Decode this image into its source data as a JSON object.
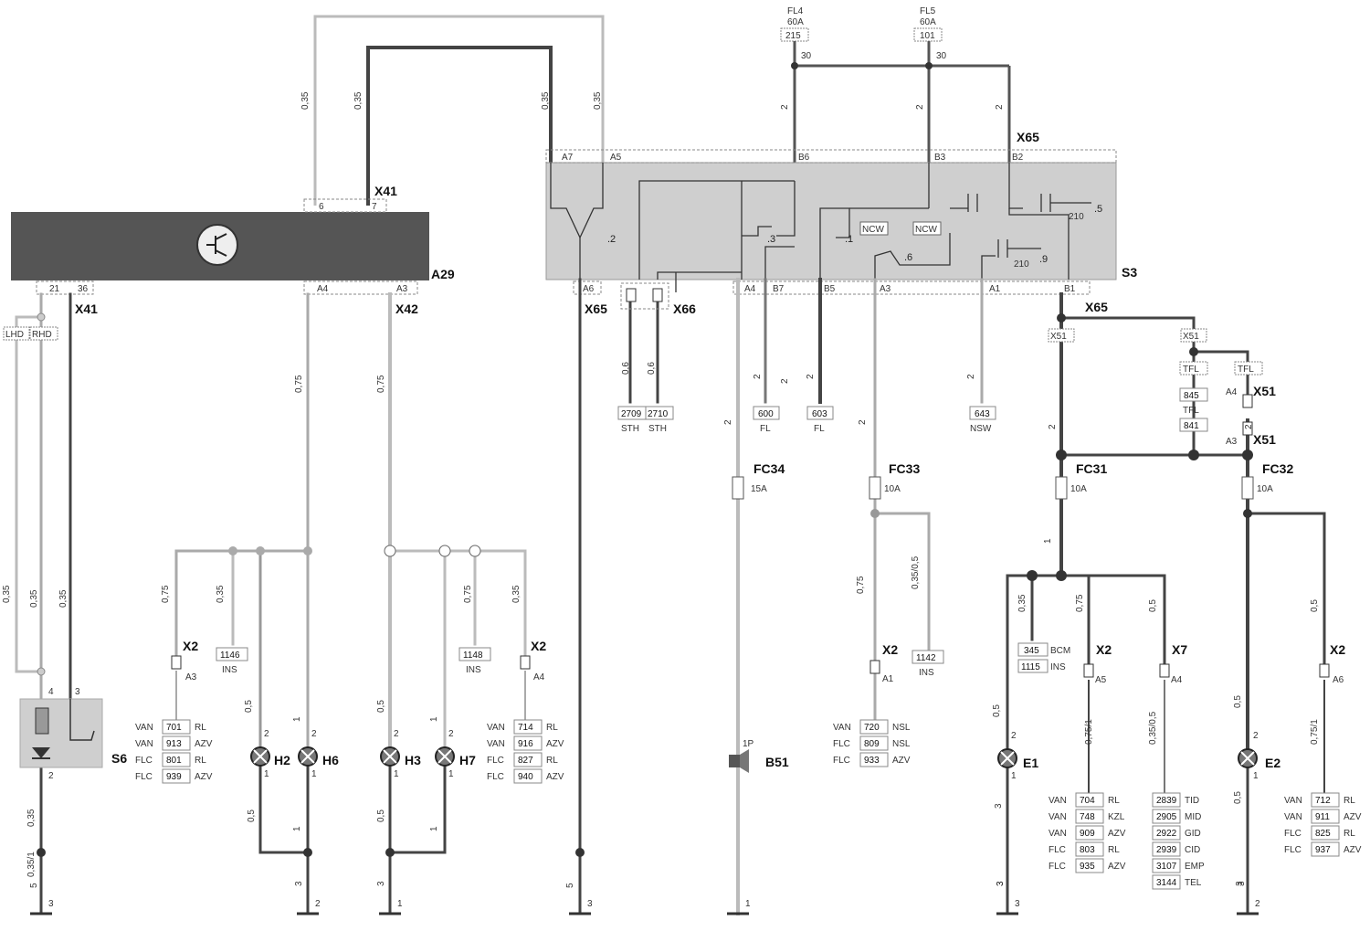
{
  "components": {
    "a29": "A29",
    "s3": "S3",
    "s6": "S6",
    "b51": "B51",
    "h2": "H2",
    "h6": "H6",
    "h3": "H3",
    "h7": "H7",
    "e1": "E1",
    "e2": "E2",
    "fc34": "FC34",
    "fc33": "FC33",
    "fc31": "FC31",
    "fc32": "FC32"
  },
  "fuse_ratings": {
    "fc34": "15A",
    "fc33": "10A",
    "fc31": "10A",
    "fc32": "10A"
  },
  "supply": {
    "fl4": [
      "FL4",
      "60A",
      "215",
      "30"
    ],
    "fl5": [
      "FL5",
      "60A",
      "101",
      "30"
    ]
  },
  "connectors": {
    "x41_top": "X41",
    "x41_left": "X41",
    "x42": "X42",
    "x65_top": "X65",
    "x65_a6": "X65",
    "x66": "X66",
    "x65_b1": "X65",
    "x51_a4": "X51",
    "x51_a3": "X51",
    "x2_a3": "X2",
    "x2_a4": "X2",
    "x2_a1": "X2",
    "x2_a5": "X2",
    "x7_a4": "X7",
    "x2_a6": "X2"
  },
  "pins": {
    "a29_top": [
      "6",
      "7"
    ],
    "a29_bottom": [
      "21",
      "36",
      "A4",
      "A3"
    ],
    "s3_top": [
      "A7",
      "A5",
      "B6",
      "B3",
      "B2"
    ],
    "s3_bottom": [
      "A6",
      "A4",
      "B7",
      "B5",
      "A3",
      "A1",
      "B1"
    ],
    "x51": [
      "X51",
      "X51",
      "A4",
      "A3"
    ],
    "x2_sub": [
      "A3",
      "A4",
      "A1",
      "A5",
      "A4",
      "A6"
    ],
    "s6": [
      "4",
      "3",
      "2"
    ],
    "bulb": [
      "2",
      "1"
    ],
    "b51": "1P",
    "ground": [
      "3",
      "2",
      "1",
      "3",
      "1",
      "3",
      "2",
      "1"
    ]
  },
  "relays": [
    ".2",
    ".3",
    ".1",
    ".6",
    ".9",
    ".5",
    "NCW",
    "NCW",
    "210",
    "210"
  ],
  "tags": {
    "lhd": "LHD",
    "rhd": "RHD",
    "tfl_a": "TFL",
    "tfl_b": "TFL",
    "tfl_c": "TFL"
  },
  "wire_codes": {
    "sth": [
      [
        "2709",
        "STH"
      ],
      [
        "2710",
        "STH"
      ]
    ],
    "b7": [
      "600",
      "FL"
    ],
    "b5": [
      "603",
      "FL"
    ],
    "a1": [
      "643",
      "NSW"
    ],
    "x51_845": "845",
    "x51_841": [
      "841",
      "TFL"
    ],
    "ins_1146": [
      "1146",
      "INS"
    ],
    "ins_1148": [
      "1148",
      "INS"
    ],
    "ins_1142": [
      "1142",
      "INS"
    ],
    "bcm": [
      [
        "345",
        "BCM"
      ],
      [
        "1115",
        "INS"
      ]
    ]
  },
  "code_tables": {
    "x2_a3": [
      [
        "VAN",
        "701",
        "RL"
      ],
      [
        "VAN",
        "913",
        "AZV"
      ],
      [
        "FLC",
        "801",
        "RL"
      ],
      [
        "FLC",
        "939",
        "AZV"
      ]
    ],
    "x2_a4": [
      [
        "VAN",
        "714",
        "RL"
      ],
      [
        "VAN",
        "916",
        "AZV"
      ],
      [
        "FLC",
        "827",
        "RL"
      ],
      [
        "FLC",
        "940",
        "AZV"
      ]
    ],
    "x2_a1": [
      [
        "VAN",
        "720",
        "NSL"
      ],
      [
        "FLC",
        "809",
        "NSL"
      ],
      [
        "FLC",
        "933",
        "AZV"
      ]
    ],
    "x2_a5": [
      [
        "VAN",
        "704",
        "RL"
      ],
      [
        "VAN",
        "748",
        "KZL"
      ],
      [
        "VAN",
        "909",
        "AZV"
      ],
      [
        "FLC",
        "803",
        "RL"
      ],
      [
        "FLC",
        "935",
        "AZV"
      ]
    ],
    "x7_a4": [
      [
        "",
        "2839",
        "TID"
      ],
      [
        "",
        "2905",
        "MID"
      ],
      [
        "",
        "2922",
        "GID"
      ],
      [
        "",
        "2939",
        "CID"
      ],
      [
        "",
        "3107",
        "EMP"
      ],
      [
        "",
        "3144",
        "TEL"
      ]
    ],
    "x2_a6": [
      [
        "VAN",
        "712",
        "RL"
      ],
      [
        "VAN",
        "911",
        "AZV"
      ],
      [
        "FLC",
        "825",
        "RL"
      ],
      [
        "FLC",
        "937",
        "AZV"
      ]
    ]
  },
  "wire_gauges": [
    "0,35",
    "0,35",
    "0,35",
    "0,35",
    "2",
    "2",
    "2",
    "2",
    "0,6",
    "0,6",
    "2",
    "2",
    "2",
    "2",
    "2",
    "2",
    "2",
    "0,75",
    "0,75",
    "0,35",
    "0,35",
    "0,35",
    "0,75",
    "0,35",
    "0,75",
    "0,35",
    "0,5",
    "1",
    "0,5",
    "1",
    "0,5",
    "1",
    "0,5",
    "1",
    "0,35",
    "0,35/1",
    "5",
    "5",
    "0,75",
    "0,35/0,5",
    "0,35",
    "0,75",
    "0,5",
    "1",
    "0,5",
    "0,75/1",
    "0,35/0,5",
    "0,5",
    "3",
    "0,5",
    "0,75/1",
    "0,5",
    "3",
    "3",
    "3",
    "3",
    "3",
    "3"
  ],
  "colors": {
    "harness": "#555555",
    "module": "#cfcfcf",
    "wire_dark": "#4a4a4a",
    "wire_light": "#aaaaaa"
  }
}
